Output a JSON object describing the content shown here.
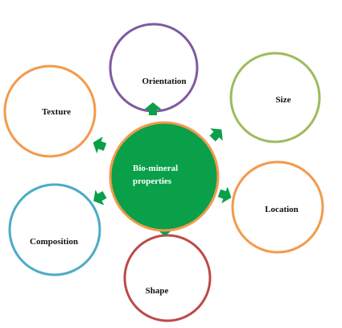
{
  "center": {
    "lines": [
      "Bio-mineral",
      "properties"
    ],
    "fill": "#0aa04a",
    "stroke": "#f39a4c"
  },
  "nodes": [
    {
      "id": "orientation",
      "label": "Orientation",
      "stroke": "#7e5aa1"
    },
    {
      "id": "size",
      "label": "Size",
      "stroke": "#9dbb5c"
    },
    {
      "id": "location",
      "label": "Location",
      "stroke": "#f39a4c"
    },
    {
      "id": "shape",
      "label": "Shape",
      "stroke": "#bd4a48"
    },
    {
      "id": "composition",
      "label": "Composition",
      "stroke": "#4bacc6"
    },
    {
      "id": "texture",
      "label": "Texture",
      "stroke": "#f39a4c"
    }
  ],
  "arrow_color": "#0aa04a"
}
